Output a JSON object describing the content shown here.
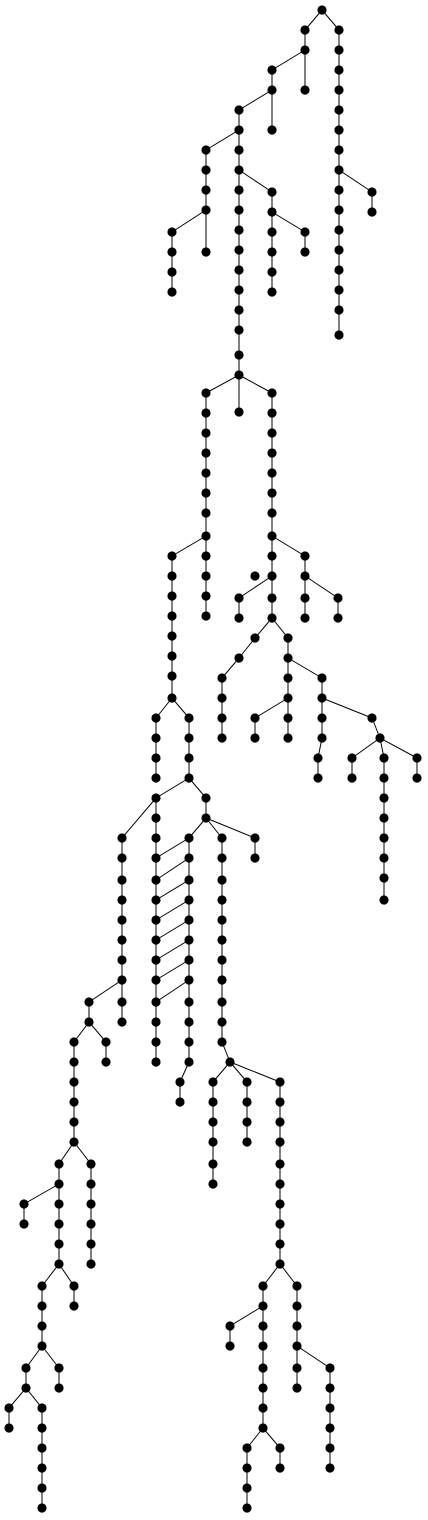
{
  "diagram": {
    "kind": "tree",
    "node_color": "#000000",
    "edge_color": "#000000",
    "background": "#ffffff",
    "labels_shown": false,
    "edges": [
      [
        "n0",
        "n1"
      ],
      [
        "n1",
        "n2"
      ],
      [
        "n2",
        "n3"
      ],
      [
        "n3",
        "n4"
      ],
      [
        "n4",
        "n5"
      ],
      [
        "n5",
        "n6"
      ],
      [
        "n6",
        "n7"
      ],
      [
        "n7",
        "n8"
      ],
      [
        "n8",
        "n9"
      ],
      [
        "n9",
        "n10"
      ],
      [
        "n10",
        "n11"
      ],
      [
        "n11",
        "n12"
      ],
      [
        "n12",
        "n13"
      ],
      [
        "n13",
        "n14"
      ],
      [
        "n14",
        "n15"
      ],
      [
        "n15",
        "n16"
      ],
      [
        "n16",
        "n17"
      ],
      [
        "n17",
        "n18"
      ],
      [
        "n18",
        "n19"
      ],
      [
        "n19",
        "n20"
      ],
      [
        "n20",
        "n21"
      ],
      [
        "n21",
        "n22"
      ],
      [
        "n22",
        "n23"
      ],
      [
        "n23",
        "n24"
      ],
      [
        "n24",
        "n25"
      ],
      [
        "n25",
        "n26"
      ],
      [
        "n26",
        "n27"
      ],
      [
        "n27",
        "n28"
      ],
      [
        "n28",
        "n29"
      ],
      [
        "n29",
        "n30"
      ],
      [
        "n30",
        "n31"
      ],
      [
        "n31",
        "n32"
      ],
      [
        "n32",
        "n33"
      ],
      [
        "n33",
        "n34"
      ],
      [
        "n34",
        "n35"
      ],
      [
        "n35",
        "n36"
      ],
      [
        "n36",
        "n37"
      ],
      [
        "n37",
        "n38"
      ],
      [
        "n38",
        "n39"
      ],
      [
        "n39",
        "n40"
      ],
      [
        "n40",
        "n41"
      ],
      [
        "n41",
        "n42"
      ],
      [
        "n42",
        "n43"
      ],
      [
        "n43",
        "n44"
      ],
      [
        "n44",
        "n45"
      ],
      [
        "n45",
        "n46"
      ],
      [
        "n46",
        "n47"
      ],
      [
        "n47",
        "n48"
      ],
      [
        "n48",
        "n49"
      ],
      [
        "n49",
        "n50"
      ],
      [
        "n50",
        "n51"
      ],
      [
        "n51",
        "n52"
      ],
      [
        "n52",
        "n53"
      ],
      [
        "n53",
        "n54"
      ],
      [
        "n54",
        "n55"
      ],
      [
        "n55",
        "n56"
      ],
      [
        "n56",
        "n57"
      ],
      [
        "n58",
        "n59"
      ],
      [
        "n59",
        "n60"
      ],
      [
        "n60",
        "n61"
      ],
      [
        "n61",
        "n62"
      ],
      [
        "n62",
        "n63"
      ],
      [
        "n63",
        "n64"
      ],
      [
        "n64",
        "n65"
      ],
      [
        "n65",
        "n66"
      ],
      [
        "n66",
        "n67"
      ],
      [
        "n67",
        "n68"
      ],
      [
        "n68",
        "n69"
      ],
      [
        "n69",
        "n70"
      ],
      [
        "n70",
        "n71"
      ],
      [
        "n71",
        "n72"
      ],
      [
        "n72",
        "n73"
      ],
      [
        "n0",
        "n58"
      ],
      [
        "n58",
        "n74"
      ],
      [
        "n74",
        "n75"
      ],
      [
        "n75",
        "n76"
      ],
      [
        "n76",
        "n77"
      ],
      [
        "n77",
        "n78"
      ],
      [
        "n78",
        "n79"
      ],
      [
        "n79",
        "n80"
      ],
      [
        "n80",
        "n81"
      ],
      [
        "n81",
        "n82"
      ],
      [
        "n82",
        "n83"
      ],
      [
        "n83",
        "n84"
      ],
      [
        "n84",
        "n85"
      ],
      [
        "n85",
        "n86"
      ],
      [
        "n86",
        "n87"
      ],
      [
        "n87",
        "n88"
      ],
      [
        "n88",
        "n89"
      ],
      [
        "n89",
        "n90"
      ],
      [
        "n90",
        "n91"
      ],
      [
        "n91",
        "n92"
      ],
      [
        "n86",
        "n93"
      ],
      [
        "n93",
        "n94"
      ],
      [
        "n1",
        "n95"
      ],
      [
        "n95",
        "n96"
      ],
      [
        "n2",
        "n97"
      ],
      [
        "n97",
        "n98"
      ],
      [
        "n3",
        "n99"
      ],
      [
        "n99",
        "n100"
      ],
      [
        "n4",
        "n101"
      ],
      [
        "n101",
        "n102"
      ],
      [
        "n102",
        "n103"
      ],
      [
        "n103",
        "n104"
      ],
      [
        "n104",
        "n105"
      ],
      [
        "n105",
        "n106"
      ],
      [
        "n105",
        "n107"
      ],
      [
        "n107",
        "n108"
      ],
      [
        "n108",
        "n109"
      ],
      [
        "n109",
        "n110"
      ],
      [
        "n110",
        "n111"
      ],
      [
        "n5",
        "n112"
      ],
      [
        "n112",
        "n113"
      ],
      [
        "n113",
        "n114"
      ],
      [
        "n114",
        "n115"
      ],
      [
        "n115",
        "n116"
      ],
      [
        "n116",
        "n117"
      ],
      [
        "n117",
        "n118"
      ],
      [
        "n113",
        "n119"
      ],
      [
        "n119",
        "n120"
      ],
      [
        "n16",
        "n121"
      ],
      [
        "n16",
        "n122"
      ],
      [
        "n122",
        "n123"
      ],
      [
        "n123",
        "n124"
      ],
      [
        "n124",
        "n125"
      ],
      [
        "n125",
        "n126"
      ],
      [
        "n126",
        "n127"
      ],
      [
        "n127",
        "n128"
      ],
      [
        "n128",
        "n129"
      ],
      [
        "n129",
        "n130"
      ],
      [
        "n130",
        "n131"
      ],
      [
        "n131",
        "n132"
      ],
      [
        "n132",
        "n133"
      ],
      [
        "n16",
        "n134"
      ],
      [
        "n134",
        "n135"
      ],
      [
        "n135",
        "n136"
      ],
      [
        "n136",
        "n137"
      ],
      [
        "n137",
        "n138"
      ],
      [
        "n138",
        "n139"
      ],
      [
        "n139",
        "n140"
      ],
      [
        "n140",
        "n141"
      ],
      [
        "n141",
        "n142"
      ],
      [
        "n142",
        "n143"
      ],
      [
        "n143",
        "n144"
      ],
      [
        "n144",
        "n145"
      ],
      [
        "n145",
        "n146"
      ],
      [
        "n142",
        "n147"
      ],
      [
        "n147",
        "n148"
      ],
      [
        "n148",
        "n149"
      ],
      [
        "n149",
        "n150"
      ],
      [
        "n150",
        "n151"
      ],
      [
        "n151",
        "n152"
      ],
      [
        "n152",
        "n153"
      ],
      [
        "n153",
        "n154"
      ],
      [
        "n154",
        "n155"
      ],
      [
        "n151",
        "n156"
      ],
      [
        "n156",
        "n157"
      ],
      [
        "n157",
        "n158"
      ],
      [
        "n158",
        "n159"
      ],
      [
        "n159",
        "n160"
      ],
      [
        "n160",
        "n161"
      ],
      [
        "n157",
        "n162"
      ],
      [
        "n157",
        "n163"
      ],
      [
        "n163",
        "n164"
      ],
      [
        "n164",
        "n165"
      ],
      [
        "n165",
        "n166"
      ],
      [
        "n166",
        "n167"
      ],
      [
        "n167",
        "n168"
      ],
      [
        "n168",
        "n169"
      ],
      [
        "n169",
        "n170"
      ],
      [
        "n163",
        "n171"
      ],
      [
        "n138",
        "n172"
      ],
      [
        "n172",
        "n173"
      ],
      [
        "n173",
        "n174"
      ],
      [
        "n174",
        "n175"
      ],
      [
        "n175",
        "n176"
      ],
      [
        "n176",
        "n177"
      ],
      [
        "n177",
        "n178"
      ],
      [
        "n178",
        "n179"
      ],
      [
        "n179",
        "n180"
      ],
      [
        "n180",
        "n181"
      ],
      [
        "n181",
        "n182"
      ],
      [
        "n173",
        "n183"
      ],
      [
        "n183",
        "n184"
      ],
      [
        "n172",
        "n185"
      ],
      [
        "n185",
        "n186"
      ],
      [
        "n186",
        "n187"
      ],
      [
        "n187",
        "n188"
      ],
      [
        "n188",
        "n189"
      ],
      [
        "n189",
        "n190"
      ],
      [
        "n190",
        "n191"
      ],
      [
        "n191",
        "n192"
      ],
      [
        "n192",
        "n193"
      ],
      [
        "n193",
        "n194"
      ],
      [
        "n194",
        "n195"
      ],
      [
        "n195",
        "n196"
      ],
      [
        "n196",
        "n197"
      ],
      [
        "n197",
        "n198"
      ],
      [
        "n198",
        "n199"
      ],
      [
        "n186",
        "n200"
      ],
      [
        "n200",
        "n201"
      ],
      [
        "n201",
        "n202"
      ],
      [
        "n202",
        "n203"
      ],
      [
        "n203",
        "n204"
      ],
      [
        "n204",
        "n205"
      ],
      [
        "n205",
        "n206"
      ],
      [
        "n206",
        "n207"
      ],
      [
        "n207",
        "n208"
      ],
      [
        "n187",
        "n209"
      ],
      [
        "n188",
        "n210"
      ],
      [
        "n189",
        "n211"
      ],
      [
        "n190",
        "n212"
      ],
      [
        "n191",
        "n213"
      ],
      [
        "n186",
        "n214"
      ],
      [
        "n214",
        "n215"
      ],
      [
        "n215",
        "n216"
      ],
      [
        "n216",
        "n217"
      ],
      [
        "n217",
        "n218"
      ],
      [
        "n218",
        "n219"
      ],
      [
        "n219",
        "n220"
      ],
      [
        "n220",
        "n221"
      ],
      [
        "n221",
        "n222"
      ],
      [
        "n222",
        "n223"
      ],
      [
        "n223",
        "n224"
      ],
      [
        "n224",
        "n225"
      ],
      [
        "n225",
        "n226"
      ],
      [
        "n226",
        "n227"
      ],
      [
        "n227",
        "n228"
      ],
      [
        "n228",
        "n229"
      ],
      [
        "n229",
        "n230"
      ],
      [
        "n230",
        "n231"
      ],
      [
        "n231",
        "n232"
      ],
      [
        "n232",
        "n233"
      ],
      [
        "n227",
        "n234"
      ],
      [
        "n234",
        "n235"
      ],
      [
        "n235",
        "n236"
      ],
      [
        "n236",
        "n237"
      ],
      [
        "n227",
        "n238"
      ],
      [
        "n238",
        "n239"
      ],
      [
        "n239",
        "n240"
      ],
      [
        "n240",
        "n241"
      ],
      [
        "n241",
        "n242"
      ],
      [
        "n242",
        "n243"
      ],
      [
        "n243",
        "n244"
      ],
      [
        "n244",
        "n245"
      ],
      [
        "n245",
        "n246"
      ],
      [
        "n246",
        "n247"
      ],
      [
        "n247",
        "n248"
      ],
      [
        "n248",
        "n249"
      ],
      [
        "n249",
        "n250"
      ],
      [
        "n250",
        "n251"
      ],
      [
        "n251",
        "n252"
      ],
      [
        "n252",
        "n253"
      ],
      [
        "n253",
        "n254"
      ],
      [
        "n254",
        "n255"
      ],
      [
        "n255",
        "n256"
      ],
      [
        "n256",
        "n257"
      ],
      [
        "n257",
        "n258"
      ],
      [
        "n258",
        "n259"
      ],
      [
        "n250",
        "n260"
      ],
      [
        "n260",
        "n261"
      ],
      [
        "n261",
        "n262"
      ],
      [
        "n262",
        "n263"
      ],
      [
        "n263",
        "n264"
      ],
      [
        "n264",
        "n265"
      ],
      [
        "n261",
        "n266"
      ],
      [
        "n266",
        "n267"
      ],
      [
        "n267",
        "n268"
      ],
      [
        "n268",
        "n269"
      ],
      [
        "n269",
        "n270"
      ],
      [
        "n259",
        "n271"
      ],
      [
        "n271",
        "n272"
      ],
      [
        "n272",
        "n273"
      ],
      [
        "n273",
        "n274"
      ],
      [
        "n274",
        "n275"
      ],
      [
        "n271",
        "n276"
      ],
      [
        "n249",
        "n277"
      ],
      [
        "n277",
        "n278"
      ],
      [
        "n185",
        "n279"
      ],
      [
        "n279",
        "n280"
      ],
      [
        "n280",
        "n281"
      ],
      [
        "n281",
        "n282"
      ],
      [
        "n282",
        "n283"
      ],
      [
        "n283",
        "n284"
      ],
      [
        "n284",
        "n285"
      ],
      [
        "n285",
        "n286"
      ],
      [
        "n286",
        "n287"
      ],
      [
        "n287",
        "n288"
      ],
      [
        "n288",
        "n289"
      ],
      [
        "n289",
        "n290"
      ],
      [
        "n290",
        "n291"
      ],
      [
        "n291",
        "n292"
      ],
      [
        "n292",
        "n293"
      ],
      [
        "n293",
        "n294"
      ],
      [
        "n294",
        "n295"
      ],
      [
        "n295",
        "n296"
      ],
      [
        "n296",
        "n297"
      ],
      [
        "n297",
        "n298"
      ],
      [
        "n298",
        "n299"
      ],
      [
        "n299",
        "n300"
      ],
      [
        "n300",
        "n301"
      ],
      [
        "n301",
        "n302"
      ],
      [
        "n302",
        "n303"
      ],
      [
        "n303",
        "n304"
      ],
      [
        "n304",
        "n305"
      ],
      [
        "n305",
        "n306"
      ],
      [
        "n306",
        "n307"
      ],
      [
        "n307",
        "n308"
      ],
      [
        "n308",
        "n309"
      ],
      [
        "n309",
        "n310"
      ],
      [
        "n310",
        "n311"
      ],
      [
        "n311",
        "n312"
      ],
      [
        "n312",
        "n313"
      ],
      [
        "n313",
        "n314"
      ],
      [
        "n292",
        "n315"
      ],
      [
        "n292",
        "n316"
      ],
      [
        "n316",
        "n317"
      ],
      [
        "n295",
        "n318"
      ],
      [
        "n318",
        "n319"
      ],
      [
        "n319",
        "n320"
      ],
      [
        "n320",
        "n321"
      ],
      [
        "n321",
        "n322"
      ],
      [
        "n299",
        "n323"
      ],
      [
        "n303",
        "n324"
      ],
      [
        "n324",
        "n325"
      ],
      [
        "n325",
        "n326"
      ],
      [
        "n326",
        "n327"
      ],
      [
        "n327",
        "n328"
      ],
      [
        "n328",
        "n329"
      ],
      [
        "n329",
        "n330"
      ],
      [
        "n306",
        "n331"
      ],
      [
        "n309",
        "n332"
      ],
      [
        "n332",
        "n333"
      ],
      [
        "n333",
        "n334"
      ],
      [
        "n334",
        "n335"
      ],
      [
        "n335",
        "n336"
      ],
      [
        "n336",
        "n337"
      ],
      [
        "n337",
        "n338"
      ],
      [
        "n338",
        "n339"
      ]
    ]
  }
}
